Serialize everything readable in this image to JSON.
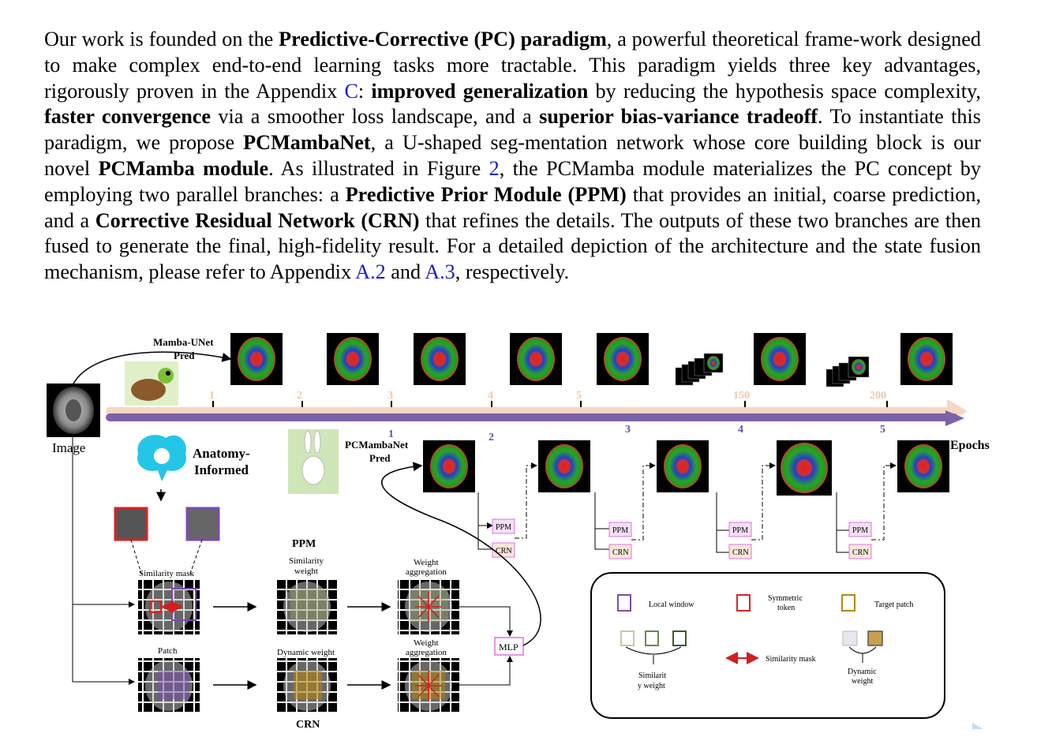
{
  "paragraph": {
    "s1": "Our work is founded on the ",
    "b1": "Predictive-Corrective (PC) paradigm",
    "s2": ", a powerful theoretical frame-work designed to make complex end-to-end learning tasks more tractable.  This paradigm yields three key advantages, rigorously proven in the Appendix ",
    "r1": "C",
    "s3": ": ",
    "b2": "improved generalization",
    "s4": " by reducing the hypothesis space complexity, ",
    "b3": "faster convergence",
    "s5": " via a smoother loss landscape, and a ",
    "b4": "superior bias-variance tradeoff",
    "s6": ". To instantiate this paradigm, we propose ",
    "b5": "PCMambaNet",
    "s7": ", a U-shaped seg-mentation network whose core building block is our novel ",
    "b6": "PCMamba module",
    "s8": ".  As illustrated in Figure ",
    "r2": "2",
    "s9": ", the PCMamba module materializes the PC concept by employing two parallel branches: a ",
    "b7": "Predictive Prior Module (PPM)",
    "s10": " that provides an initial, coarse prediction, and a ",
    "b8": "Corrective Residual Network (CRN)",
    "s11": " that refines the details. The outputs of these two branches are then fused to generate the final, high-fidelity result.  For a detailed depiction of the architecture and the state fusion mechanism, please refer to Appendix ",
    "r3": "A.2",
    "s12": " and ",
    "r4": "A.3",
    "s13": ", respectively."
  },
  "figure": {
    "mamba_unet_label_1": "Mamba-UNet",
    "mamba_unet_label_2": "Pred",
    "image_label": "Image",
    "anatomy_label_1": "Anatomy-",
    "anatomy_label_2": "Informed",
    "pcmambanet_label_1": "PCMambaNet",
    "pcmambanet_label_2": "Pred",
    "epochs_label": "Epochs",
    "top_ticks": [
      "1",
      "2",
      "3",
      "4",
      "5",
      "150",
      "200"
    ],
    "bottom_ticks": [
      "1",
      "2",
      "3",
      "4",
      "5"
    ],
    "ppm_block": "PPM",
    "crn_block": "CRN",
    "ppm_title": "PPM",
    "crn_title": "CRN",
    "similarity_mask_label": "Similarity mask",
    "patch_label": "Patch",
    "similarity_weight_1": "Similarity",
    "similarity_weight_2": "weight",
    "dynamic_weight_label": "Dynamic weight",
    "weight_agg_1": "Weight",
    "weight_agg_2": "aggregation",
    "mlp_label": "MLP",
    "legend": {
      "local_window": "Local window",
      "symmetric_token_1": "Symmetric",
      "symmetric_token_2": "token",
      "target_patch": "Target patch",
      "similarity_mask": "Similarity mask",
      "similarity_weight_1": "Similarit",
      "similarity_weight_2": "y weight",
      "dynamic_weight_1": "Dynamic",
      "dynamic_weight_2": "weight"
    },
    "colors": {
      "timeline_top": "#f7d6c2",
      "timeline_bottom": "#7a63a6",
      "local_window": "#7b4bb5",
      "symmetric_token": "#e02020",
      "target_patch": "#b8860b",
      "ppm_crn_border": "#e070e0",
      "tick_top": "#f0c8a8",
      "tick_bottom": "#6a4ea8"
    }
  }
}
